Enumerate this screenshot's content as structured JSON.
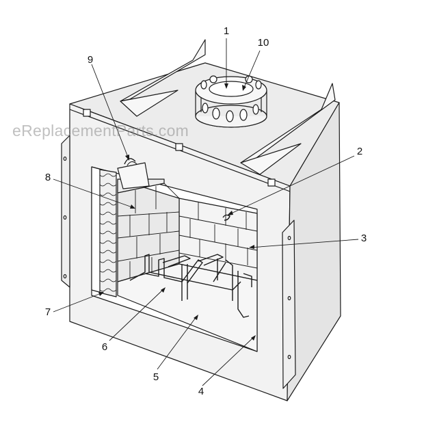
{
  "watermark": "eReplacementParts.com",
  "callouts": [
    {
      "id": "1",
      "label": "1"
    },
    {
      "id": "2",
      "label": "2"
    },
    {
      "id": "3",
      "label": "3"
    },
    {
      "id": "4",
      "label": "4"
    },
    {
      "id": "5",
      "label": "5"
    },
    {
      "id": "6",
      "label": "6"
    },
    {
      "id": "7",
      "label": "7"
    },
    {
      "id": "8",
      "label": "8"
    },
    {
      "id": "9",
      "label": "9"
    },
    {
      "id": "10",
      "label": "10"
    }
  ],
  "colors": {
    "line": "#1a1a1a",
    "face": "#f2f2f2",
    "side": "#e4e4e4",
    "top": "#ececec",
    "brick": "#e9e9e9",
    "watermark": "#8c8c8c"
  }
}
